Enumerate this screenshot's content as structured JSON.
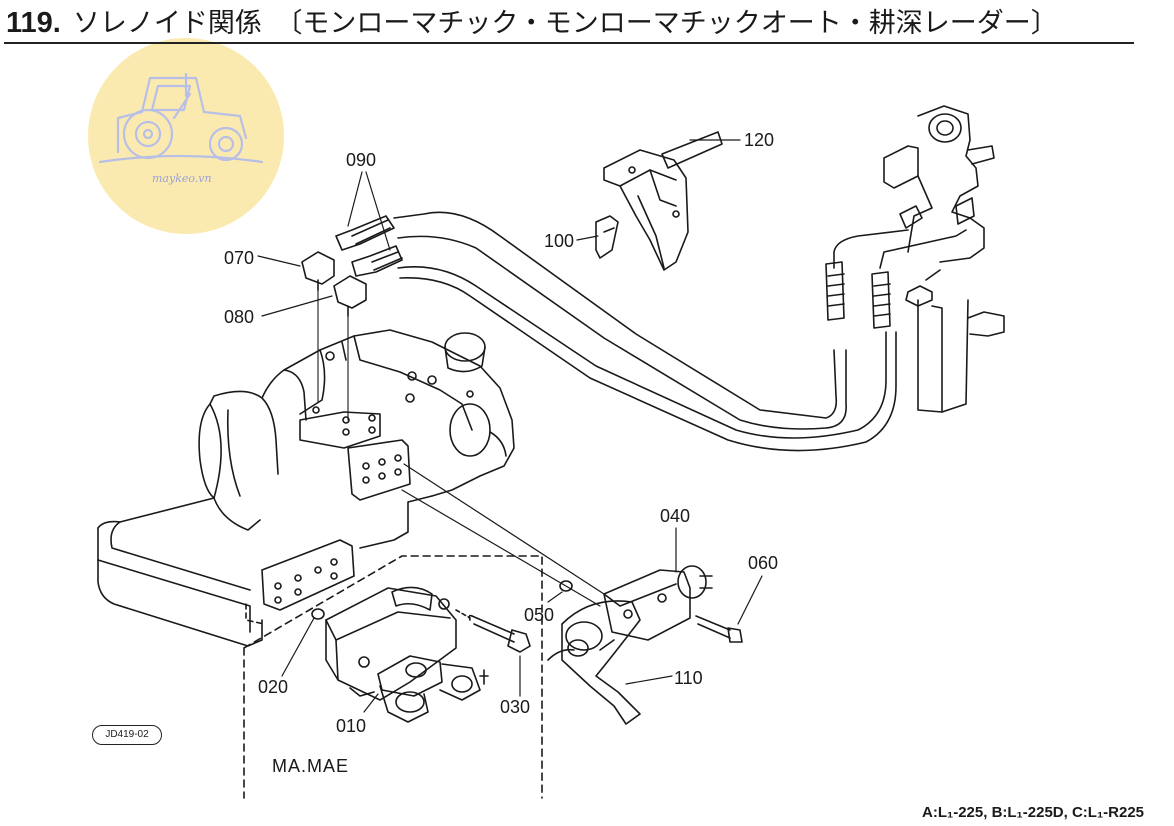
{
  "title": {
    "number": "119.",
    "text": "ソレノイド関係　〔モンローマチック・モンローマチックオート・耕深レーダー〕"
  },
  "watermark": {
    "text": "maykeo.vn",
    "fill": "#fbeab0",
    "stroke": "#b8bfe6"
  },
  "parts": [
    {
      "id": "010",
      "label": "010"
    },
    {
      "id": "020",
      "label": "020"
    },
    {
      "id": "030",
      "label": "030"
    },
    {
      "id": "040",
      "label": "040"
    },
    {
      "id": "050",
      "label": "050"
    },
    {
      "id": "060",
      "label": "060"
    },
    {
      "id": "070",
      "label": "070"
    },
    {
      "id": "080",
      "label": "080"
    },
    {
      "id": "090",
      "label": "090"
    },
    {
      "id": "100",
      "label": "100"
    },
    {
      "id": "110",
      "label": "110"
    },
    {
      "id": "120",
      "label": "120"
    }
  ],
  "variant_label": "MA.MAE",
  "figure_code": "JD419-02",
  "model_note": "A:L₁-225, B:L₁-225D, C:L₁-R225"
}
